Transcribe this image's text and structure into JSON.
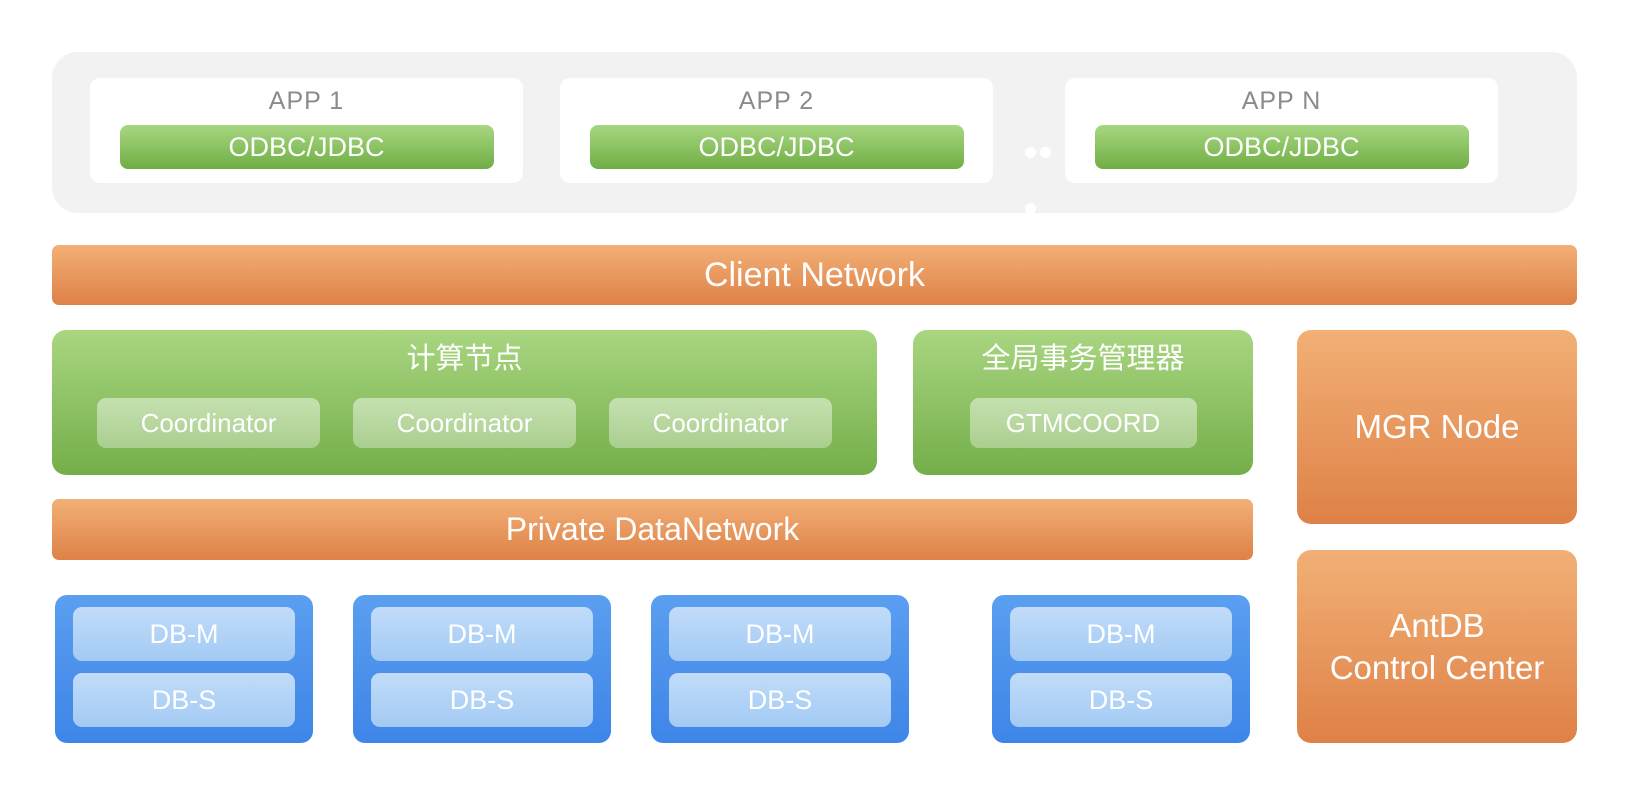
{
  "apps": {
    "items": [
      {
        "title": "APP 1",
        "connector": "ODBC/JDBC"
      },
      {
        "title": "APP 2",
        "connector": "ODBC/JDBC"
      },
      {
        "title": "APP N",
        "connector": "ODBC/JDBC"
      }
    ]
  },
  "client_network": {
    "label": "Client Network"
  },
  "compute": {
    "title": "计算节点",
    "nodes": [
      "Coordinator",
      "Coordinator",
      "Coordinator"
    ]
  },
  "gtm": {
    "title": "全局事务管理器",
    "node": "GTMCOORD"
  },
  "mgr": {
    "label": "MGR Node"
  },
  "private_network": {
    "label": "Private DataNetwork"
  },
  "data_nodes": [
    {
      "master": "DB-M",
      "slave": "DB-S"
    },
    {
      "master": "DB-M",
      "slave": "DB-S"
    },
    {
      "master": "DB-M",
      "slave": "DB-S"
    },
    {
      "master": "DB-M",
      "slave": "DB-S"
    }
  ],
  "control_center": {
    "line1": "AntDB",
    "line2": "Control Center"
  },
  "colors": {
    "panel_gray": "#F2F2F2",
    "app_title_gray": "#8B8B8B",
    "orange_top": "#F2B076",
    "orange_bottom": "#DE8147",
    "green_top": "#A9D681",
    "green_bottom": "#74AE49",
    "green_button_top": "#A8D782",
    "green_button_bottom": "#6FAE44",
    "light_green_button": "#C8E4AE",
    "blue_top": "#5B9FF0",
    "blue_bottom": "#3D85E8",
    "light_blue_top": "#C1DCF9",
    "light_blue_bottom": "#A3CAF4",
    "text_white": "#FFFFFF"
  }
}
